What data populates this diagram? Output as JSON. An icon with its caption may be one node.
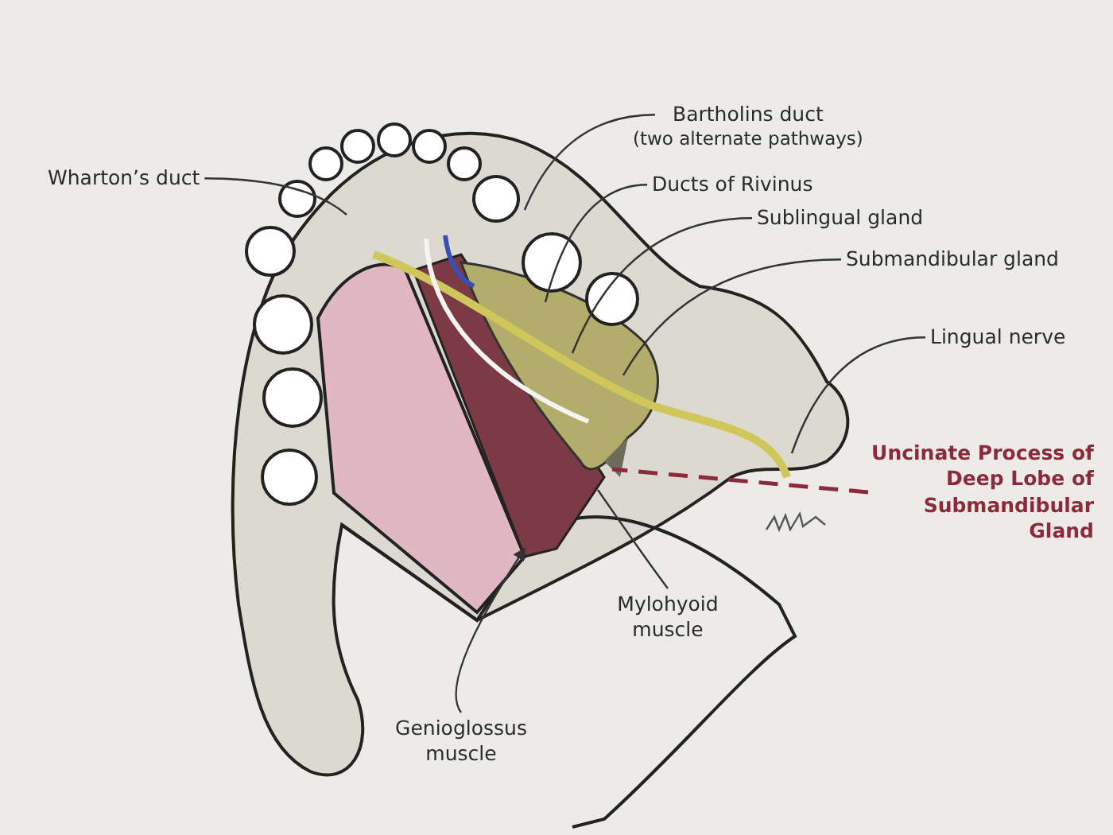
{
  "diagram": {
    "nodes": [
      {
        "text": [
          "Wharton’s duct"
        ]
      },
      {
        "text": [
          "Bartholins duct",
          "(two alternate pathways)"
        ]
      },
      {
        "text": [
          "Ducts of Rivinus"
        ]
      },
      {
        "text": [
          "Sublingual gland"
        ]
      },
      {
        "text": [
          "Submandibular gland"
        ]
      },
      {
        "text": [
          "Lingual nerve"
        ]
      },
      {
        "text": [
          "Uncinate Process of Deep Lobe of Submandibular Gland"
        ]
      },
      {
        "text": [
          "Mylohyoid muscle"
        ]
      },
      {
        "text": [
          "Genioglossus muscle"
        ]
      }
    ],
    "edges": [
      {
        "from": 0,
        "to": null,
        "arrow": "none"
      },
      {
        "from": 1,
        "to": null,
        "arrow": "none"
      },
      {
        "from": 2,
        "to": null,
        "arrow": "none"
      },
      {
        "from": 3,
        "to": null,
        "arrow": "none"
      },
      {
        "from": 4,
        "to": null,
        "arrow": "none"
      },
      {
        "from": 5,
        "to": null,
        "arrow": "none"
      },
      {
        "from": 6,
        "to": null,
        "arrow": "none",
        "style": "dashed",
        "color": "#8b2a3a"
      },
      {
        "from": 7,
        "to": null,
        "arrow": "none"
      },
      {
        "from": 8,
        "to": null,
        "arrow": "to"
      }
    ]
  }
}
